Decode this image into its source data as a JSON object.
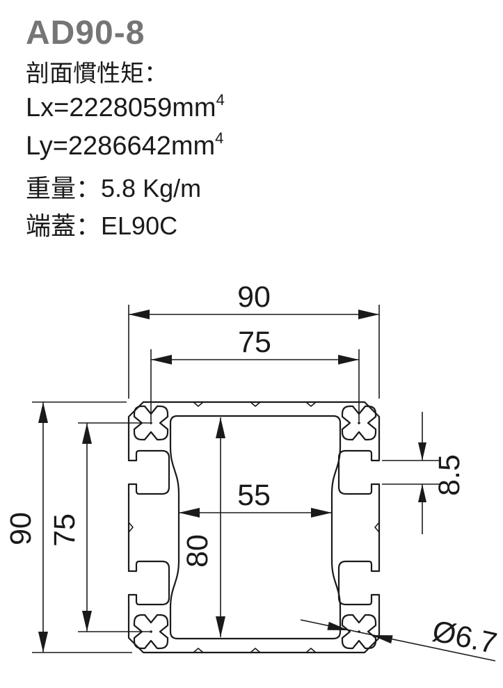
{
  "colors": {
    "title_gray": "#757575",
    "ink": "#1a1a1a"
  },
  "spec": {
    "model": "AD90-8",
    "inertia_heading": "剖面慣性矩：",
    "lx_value": "Lx=2228059mm",
    "lx_exponent": "4",
    "ly_value": "Ly=2286642mm",
    "ly_exponent": "4",
    "weight_label": "重量：",
    "weight_value": "5.8 Kg/m",
    "endcap_label": "端蓋：",
    "endcap_value": "EL90C"
  },
  "drawing": {
    "dims": {
      "overall_width": "90",
      "mount_pitch_width": "75",
      "overall_height": "90",
      "mount_pitch_height": "75",
      "inner_width": "55",
      "inner_height": "80",
      "slot_opening": "8.5",
      "hole_diameter": "Ø6.7"
    }
  }
}
